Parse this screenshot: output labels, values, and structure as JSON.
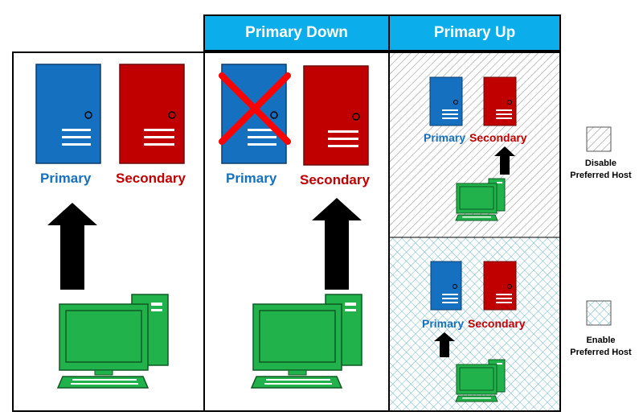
{
  "headers": {
    "primary_down": "Primary Down",
    "primary_up": "Primary Up"
  },
  "labels": {
    "primary": "Primary",
    "secondary": "Secondary"
  },
  "legend": {
    "disable_line1": "Disable",
    "disable_line2": "Preferred Host",
    "enable_line1": "Enable",
    "enable_line2": "Preferred Host"
  },
  "colors": {
    "header_bg": "#0baeea",
    "primary_server": "#1670c0",
    "secondary_server": "#c00000",
    "computer": "#22b24c",
    "arrow": "#000000"
  }
}
